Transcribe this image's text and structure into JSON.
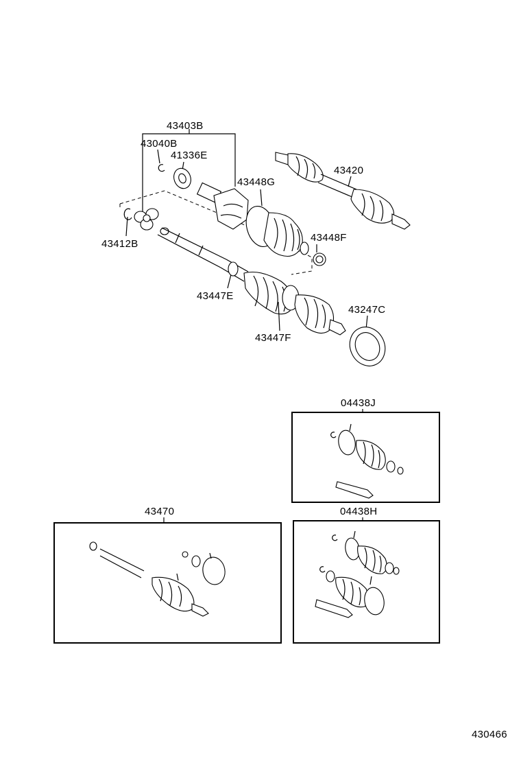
{
  "labels": {
    "p43403B": "43403B",
    "p43040B": "43040B",
    "p41336E": "41336E",
    "p43420": "43420",
    "p43448G": "43448G",
    "p43448F": "43448F",
    "p43412B": "43412B",
    "p43447E": "43447E",
    "p43247C": "43247C",
    "p43447F": "43447F",
    "p04438J": "04438J",
    "p43470": "43470",
    "p04438H": "04438H",
    "figure_number": "430466"
  }
}
